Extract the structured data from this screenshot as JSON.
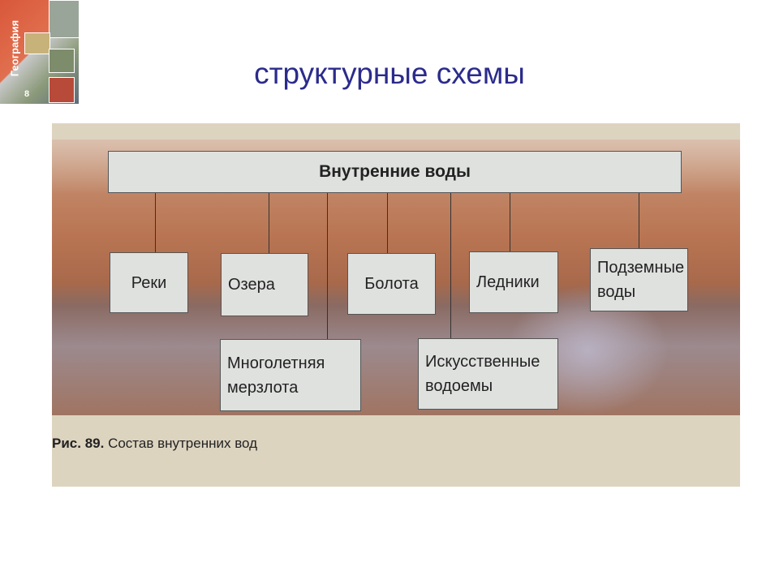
{
  "slide_title": "структурные схемы",
  "book_cover": {
    "title": "География",
    "grade": "8"
  },
  "diagram": {
    "root": "Внутренние воды",
    "children": [
      "Реки",
      "Озера",
      "Болота",
      "Ледники",
      "Подземные воды",
      "Многолетняя мерзлота",
      "Искусственные водоемы"
    ]
  },
  "caption": {
    "label": "Рис. 89.",
    "text": "Состав внутренних вод"
  }
}
